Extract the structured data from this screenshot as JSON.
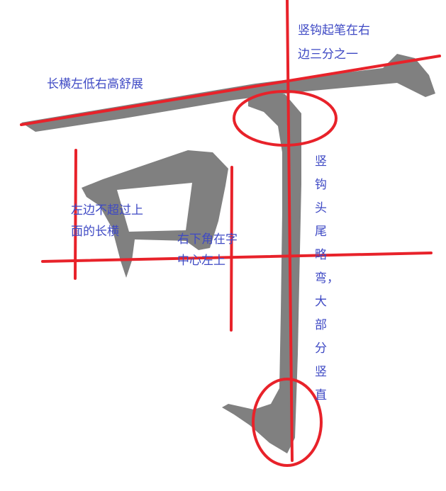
{
  "annotations": {
    "vertical_hook_start": [
      "竖钩起笔在右",
      "边三分之一"
    ],
    "long_horizontal": "长横左低右高舒展",
    "left_side": [
      "左边不超过上",
      "面的长横"
    ],
    "bottom_right_corner": [
      "右下角在字",
      "中心左上"
    ],
    "vertical_hook_shape": "竖钩头尾略弯，大部分竖直"
  },
  "colors": {
    "guide": "#e8222a",
    "stroke": "#808080",
    "text": "#3e49c4"
  }
}
